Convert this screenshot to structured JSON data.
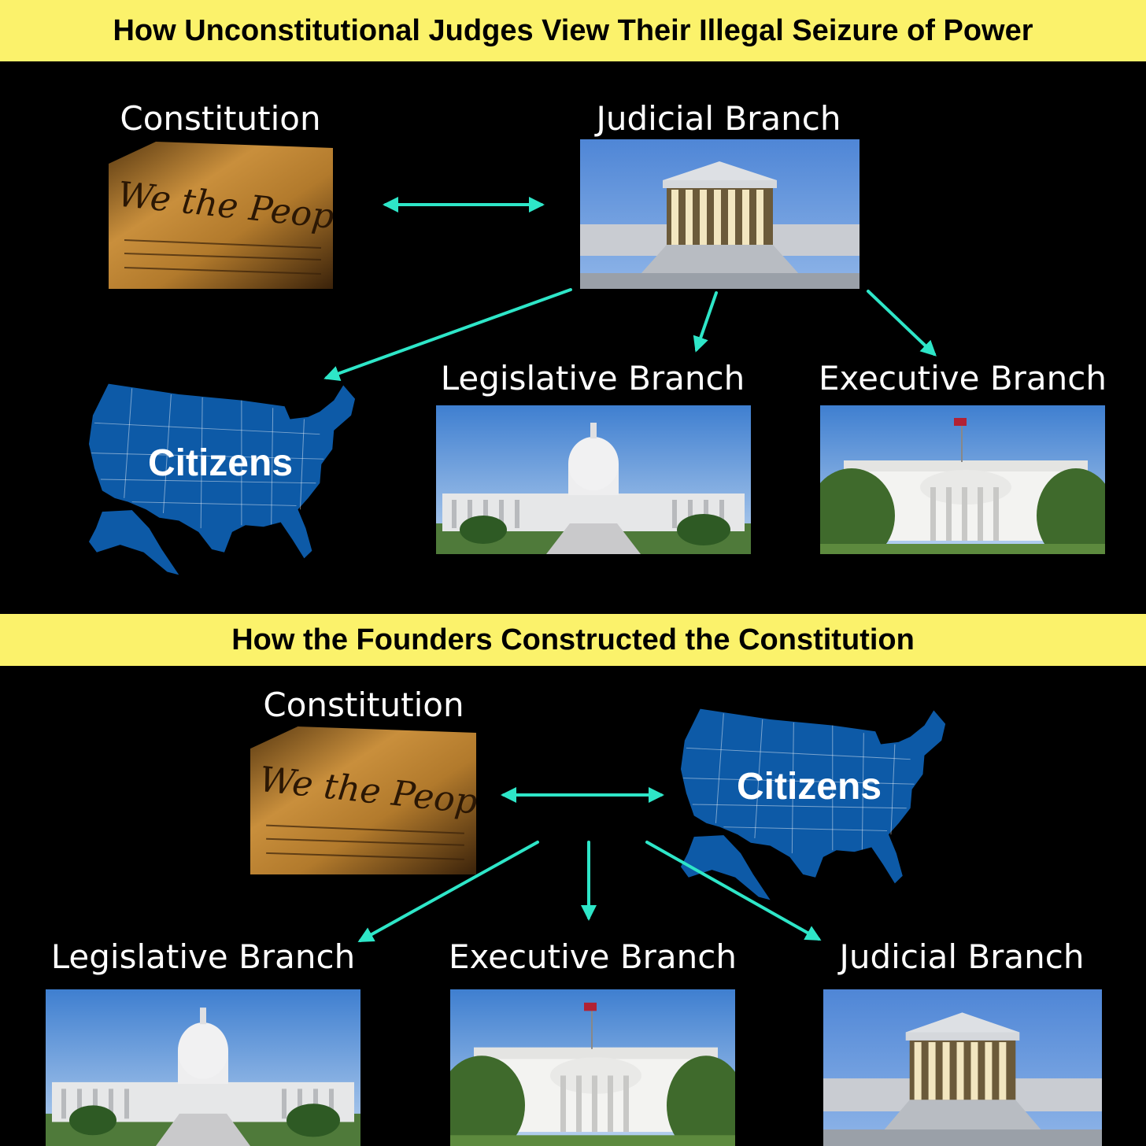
{
  "top": {
    "title": "How Unconstitutional Judges View Their Illegal Seizure of Power",
    "constitution_label": "Constitution",
    "judicial_label": "Judicial Branch",
    "legislative_label": "Legislative Branch",
    "executive_label": "Executive Branch",
    "citizens_label": "Citizens"
  },
  "bottom": {
    "title": "How the Founders Constructed the Constitution",
    "constitution_label": "Constitution",
    "citizens_label": "Citizens",
    "legislative_label": "Legislative Branch",
    "executive_label": "Executive Branch",
    "judicial_label": "Judicial Branch"
  },
  "document_text": "We the People",
  "colors": {
    "banner": "#fbf26b",
    "arrow": "#2ee6c8",
    "map": "#0d5aa7",
    "background": "#000000"
  }
}
